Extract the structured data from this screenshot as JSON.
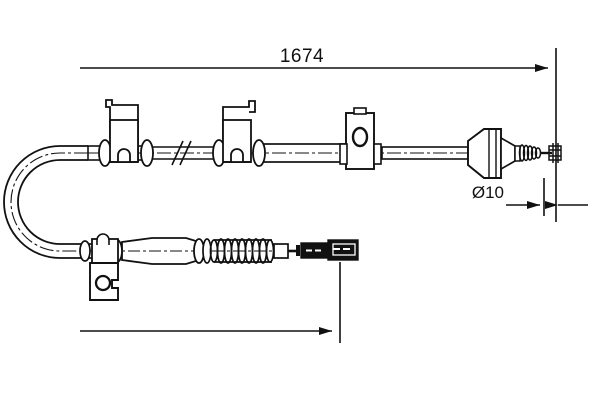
{
  "drawing": {
    "title": "Brake cable technical drawing",
    "background_color": "#ffffff",
    "line_color": "#111111",
    "dimensions": {
      "overall_length": {
        "label": "1674",
        "name": "overall-length-dimension",
        "unit_implied": "mm"
      },
      "diameter": {
        "label": "Ø10",
        "name": "diameter-dimension",
        "unit_implied": "mm"
      },
      "lower_branch": {
        "label": "",
        "name": "lower-branch-dimension"
      }
    },
    "components": {
      "upper_cable": "upper-cable-run",
      "lower_cable": "lower-cable-run",
      "bend": "u-bend-section",
      "clip_bracket_1": "clip-bracket-left",
      "clip_bracket_2": "clip-bracket-middle",
      "mount_bracket": "mounting-bracket-with-hole",
      "boot": "conical-rubber-boot",
      "threaded_end": "threaded-end-fitting",
      "spring": "coil-spring-sleeve",
      "end_connector": "flat-end-connector",
      "lower_bracket": "lower-mounting-bracket",
      "break_symbol": "break-symbol"
    }
  }
}
